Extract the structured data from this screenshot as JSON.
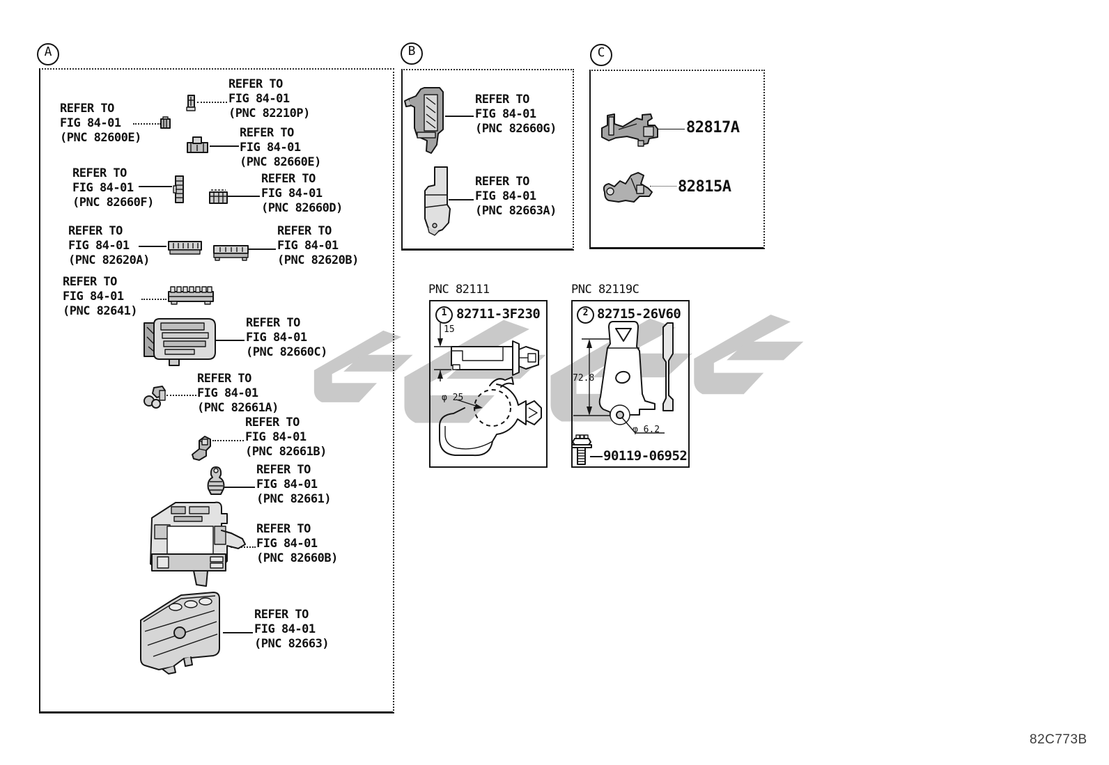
{
  "figure_code": "82C773B",
  "sections": {
    "a": {
      "badge": "A",
      "items": [
        {
          "pnc": "82600E",
          "lines": [
            "REFER TO",
            "FIG 84-01",
            "(PNC 82600E)"
          ]
        },
        {
          "pnc": "82210P",
          "lines": [
            "REFER TO",
            "FIG 84-01",
            "(PNC 82210P)"
          ]
        },
        {
          "pnc": "82660E",
          "lines": [
            "REFER TO",
            "FIG 84-01",
            "(PNC 82660E)"
          ]
        },
        {
          "pnc": "82660F",
          "lines": [
            "REFER TO",
            "FIG 84-01",
            "(PNC 82660F)"
          ]
        },
        {
          "pnc": "82660D",
          "lines": [
            "REFER TO",
            "FIG 84-01",
            "(PNC 82660D)"
          ]
        },
        {
          "pnc": "82620A",
          "lines": [
            "REFER TO",
            "FIG 84-01",
            "(PNC 82620A)"
          ]
        },
        {
          "pnc": "82620B",
          "lines": [
            "REFER TO",
            "FIG 84-01",
            "(PNC 82620B)"
          ]
        },
        {
          "pnc": "82641",
          "lines": [
            "REFER TO",
            "FIG 84-01",
            "(PNC 82641)"
          ]
        },
        {
          "pnc": "82660C",
          "lines": [
            "REFER TO",
            "FIG 84-01",
            "(PNC 82660C)"
          ]
        },
        {
          "pnc": "82661A",
          "lines": [
            "REFER TO",
            "FIG 84-01",
            "(PNC 82661A)"
          ]
        },
        {
          "pnc": "82661B",
          "lines": [
            "REFER TO",
            "FIG 84-01",
            "(PNC 82661B)"
          ]
        },
        {
          "pnc": "82661",
          "lines": [
            "REFER TO",
            "FIG 84-01",
            "(PNC 82661)"
          ]
        },
        {
          "pnc": "82660B",
          "lines": [
            "REFER TO",
            "FIG 84-01",
            "(PNC 82660B)"
          ]
        },
        {
          "pnc": "82663",
          "lines": [
            "REFER TO",
            "FIG 84-01",
            "(PNC 82663)"
          ]
        }
      ]
    },
    "b": {
      "badge": "B",
      "items": [
        {
          "pnc": "82660G",
          "lines": [
            "REFER TO",
            "FIG 84-01",
            "(PNC 82660G)"
          ]
        },
        {
          "pnc": "82663A",
          "lines": [
            "REFER TO",
            "FIG 84-01",
            "(PNC 82663A)"
          ]
        }
      ]
    },
    "c": {
      "badge": "C",
      "items": [
        {
          "part_no": "82817A"
        },
        {
          "part_no": "82815A"
        }
      ]
    }
  },
  "detail_boxes": [
    {
      "header": "PNC 82111",
      "callout": "1",
      "part_no": "82711-3F230",
      "height_dim": "15",
      "diameter_dim": "φ 25"
    },
    {
      "header": "PNC 82119C",
      "callout": "2",
      "part_no": "82715-26V60",
      "height_dim": "72.8",
      "diameter_dim": "φ 6.2",
      "bolt_part_no": "90119-06952"
    }
  ],
  "watermark_color": "#c9c9c9"
}
